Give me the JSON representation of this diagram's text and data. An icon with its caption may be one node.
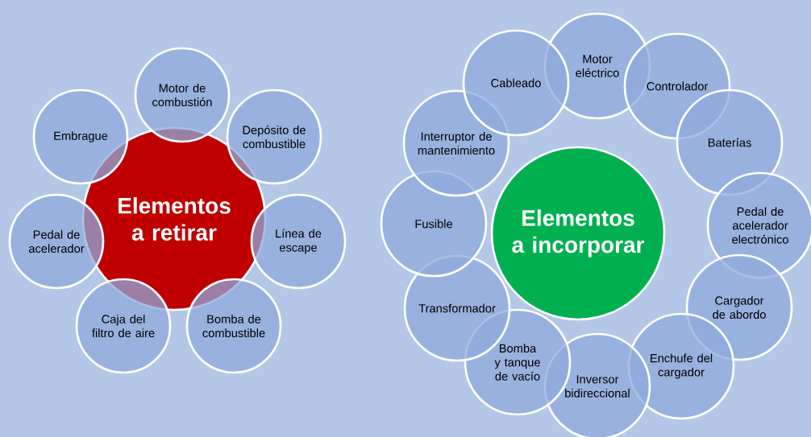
{
  "diagram": {
    "nodes": [
      {
        "text": [
          "Elementos a retirar"
        ]
      },
      {
        "text": [
          "Motor de combustión"
        ]
      },
      {
        "text": [
          "Depósito de combustible"
        ]
      },
      {
        "text": [
          "Línea de escape"
        ]
      },
      {
        "text": [
          "Bomba de combustible"
        ]
      },
      {
        "text": [
          "Caja del filtro de aire"
        ]
      },
      {
        "text": [
          "Pedal de acelerador"
        ]
      },
      {
        "text": [
          "Embrague"
        ]
      },
      {
        "text": [
          "Elementos a incorporar"
        ]
      },
      {
        "text": [
          "Motor eléctrico"
        ]
      },
      {
        "text": [
          "Controlador"
        ]
      },
      {
        "text": [
          "Baterías"
        ]
      },
      {
        "text": [
          "Pedal de acelerador electrónico"
        ]
      },
      {
        "text": [
          "Cargador de abordo"
        ]
      },
      {
        "text": [
          "Enchufe del cargador"
        ]
      },
      {
        "text": [
          "Inversor bidireccional"
        ]
      },
      {
        "text": [
          "Bomba y tanque de vacío"
        ]
      },
      {
        "text": [
          "Transformador"
        ]
      },
      {
        "text": [
          "Fusible"
        ]
      },
      {
        "text": [
          "Interruptor de mantenimiento"
        ]
      },
      {
        "text": [
          "Cableado"
        ]
      }
    ]
  }
}
